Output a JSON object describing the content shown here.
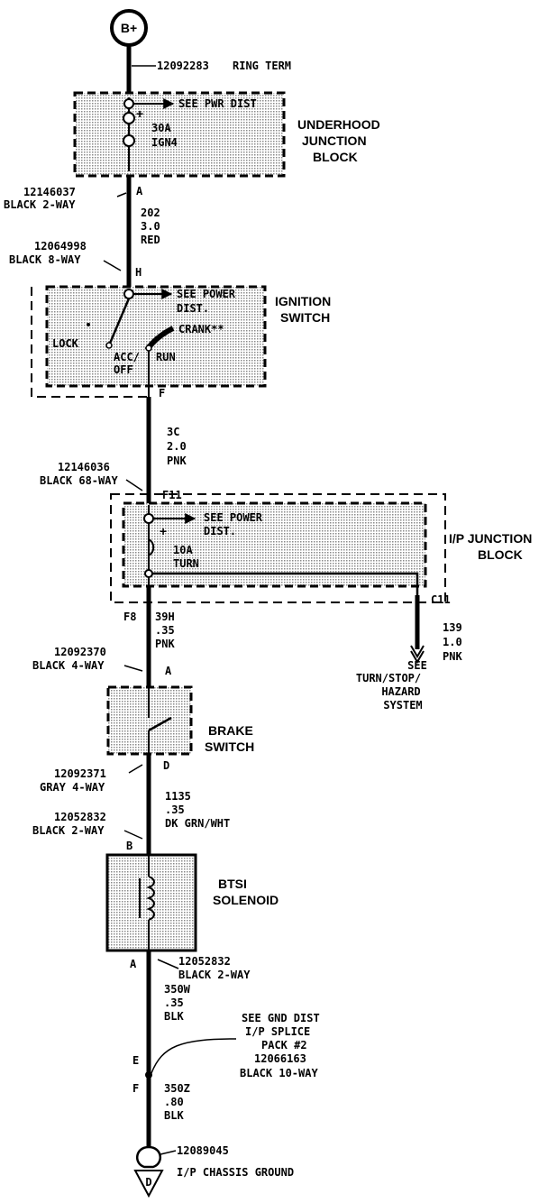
{
  "power_source": "B+",
  "ring_term": {
    "part": "12092283",
    "label": "RING TERM"
  },
  "underhood_block": {
    "title_1": "UNDERHOOD",
    "title_2": "JUNCTION",
    "title_3": "BLOCK",
    "see": "SEE PWR DIST",
    "fuse_amps": "30A",
    "fuse_name": "IGN4"
  },
  "conn_a1": {
    "part": "12146037",
    "desc": "BLACK 2-WAY",
    "pin": "A"
  },
  "wire_202": {
    "circuit": "202",
    "size": "3.0",
    "color": "RED"
  },
  "conn_h": {
    "part": "12064998",
    "desc": "BLACK 8-WAY",
    "pin": "H"
  },
  "ignition_switch": {
    "title_1": "IGNITION",
    "title_2": "SWITCH",
    "see_1": "SEE POWER",
    "see_2": "DIST.",
    "crank": "CRANK**",
    "lock": "LOCK",
    "acc": "ACC/",
    "off": "OFF",
    "run": "RUN",
    "pin_out": "F"
  },
  "wire_3c": {
    "circuit": "3C",
    "size": "2.0",
    "color": "PNK"
  },
  "conn_f11": {
    "part": "12146036",
    "desc": "BLACK 68-WAY",
    "pin": "F11"
  },
  "ip_block": {
    "title_1": "I/P JUNCTION",
    "title_2": "BLOCK",
    "see_1": "SEE POWER",
    "see_2": "DIST.",
    "fuse_amps": "10A",
    "fuse_name": "TURN",
    "pin_f8": "F8",
    "pin_c11": "C11"
  },
  "wire_39h": {
    "circuit": "39H",
    "size": ".35",
    "color": "PNK"
  },
  "wire_139": {
    "circuit": "139",
    "size": "1.0",
    "color": "PNK"
  },
  "see_turn": {
    "line_1": "SEE",
    "line_2": "TURN/STOP/",
    "line_3": "HAZARD",
    "line_4": "SYSTEM"
  },
  "conn_brake_a": {
    "part": "12092370",
    "desc": "BLACK 4-WAY",
    "pin": "A"
  },
  "brake_switch": {
    "title_1": "BRAKE",
    "title_2": "SWITCH",
    "pin_out": "D"
  },
  "conn_brake_d": {
    "part": "12092371",
    "desc": "GRAY 4-WAY"
  },
  "wire_1135": {
    "circuit": "1135",
    "size": ".35",
    "color": "DK GRN/WHT"
  },
  "conn_b": {
    "part": "12052832",
    "desc": "BLACK 2-WAY",
    "pin": "B"
  },
  "btsi": {
    "title_1": "BTSI",
    "title_2": "SOLENOID"
  },
  "conn_sol_a": {
    "part": "12052832",
    "desc": "BLACK 2-WAY",
    "pin": "A"
  },
  "wire_350w": {
    "circuit": "350W",
    "size": ".35",
    "color": "BLK"
  },
  "splice": {
    "line_1": "SEE GND DIST",
    "line_2": "I/P SPLICE",
    "line_3": "PACK #2",
    "part": "12066163",
    "desc": "BLACK 10-WAY",
    "pin_e": "E",
    "pin_f": "F"
  },
  "wire_350z": {
    "circuit": "350Z",
    "size": ".80",
    "color": "BLK"
  },
  "ground": {
    "part": "12089045",
    "label": "I/P CHASSIS GROUND",
    "symbol": "D"
  }
}
